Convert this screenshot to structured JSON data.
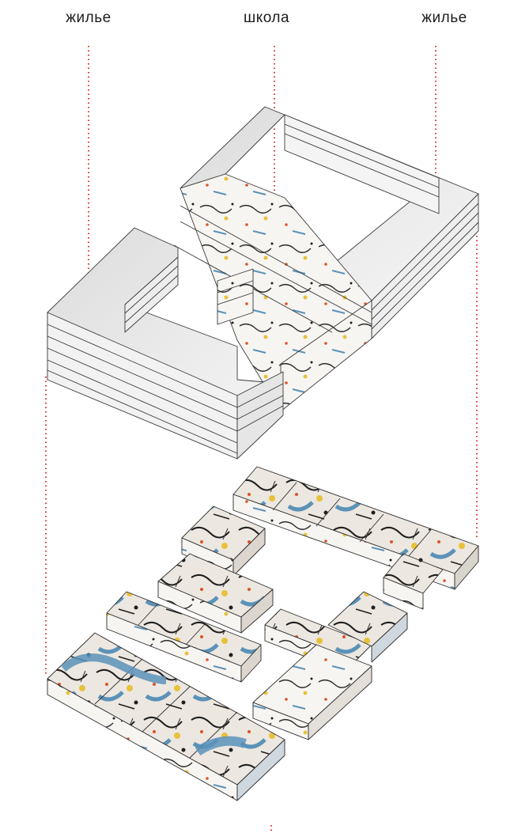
{
  "labels": {
    "left": "жилье",
    "center": "школа",
    "right": "жилье"
  },
  "colors": {
    "leader_line": "#d8332a",
    "building_fill": "#e9e9e9",
    "building_stroke": "#3a3a3a",
    "paint_blue": "#5b92b8",
    "paint_yellow": "#e8c13c",
    "paint_orange": "#d9552a",
    "paint_black": "#1e1e1e"
  }
}
